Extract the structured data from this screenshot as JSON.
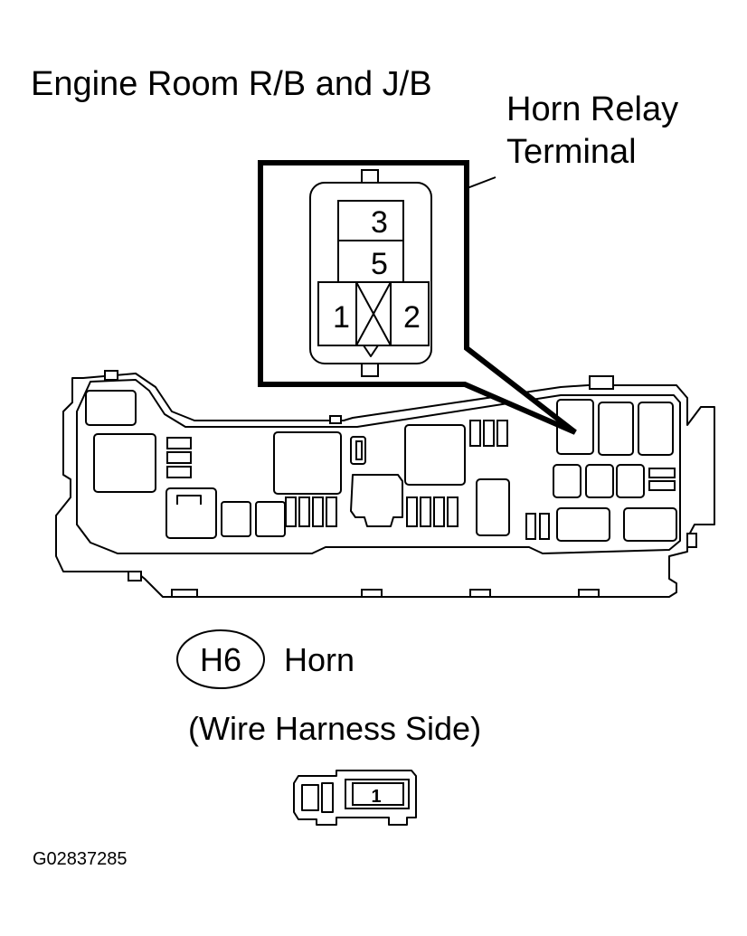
{
  "title": "Engine Room R/B and J/B",
  "callout": {
    "line1": "Horn Relay",
    "line2": "Terminal"
  },
  "relay_terminals": [
    "3",
    "5",
    "1",
    "2"
  ],
  "connector": {
    "code": "H6",
    "name": "Horn",
    "side": "(Wire Harness Side)",
    "pin": "1"
  },
  "figure_id": "G02837285"
}
